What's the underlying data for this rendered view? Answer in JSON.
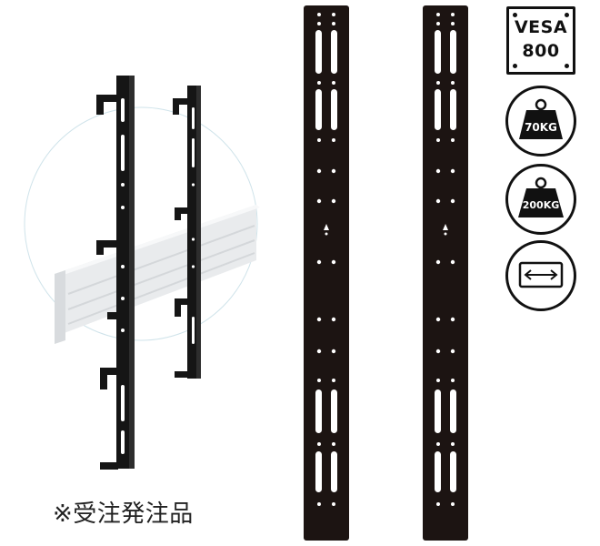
{
  "badges": {
    "vesa": {
      "line1": "VESA",
      "line2": "800"
    },
    "weight_1": {
      "label": "70KG"
    },
    "weight_2": {
      "label": "200KG"
    },
    "width_adjust": {
      "icon": "double-arrow-horizontal"
    }
  },
  "note": {
    "text": "※受注発注品"
  },
  "colors": {
    "rail": "#1c1412",
    "bar": "#eef0f1",
    "ink": "#111111"
  }
}
